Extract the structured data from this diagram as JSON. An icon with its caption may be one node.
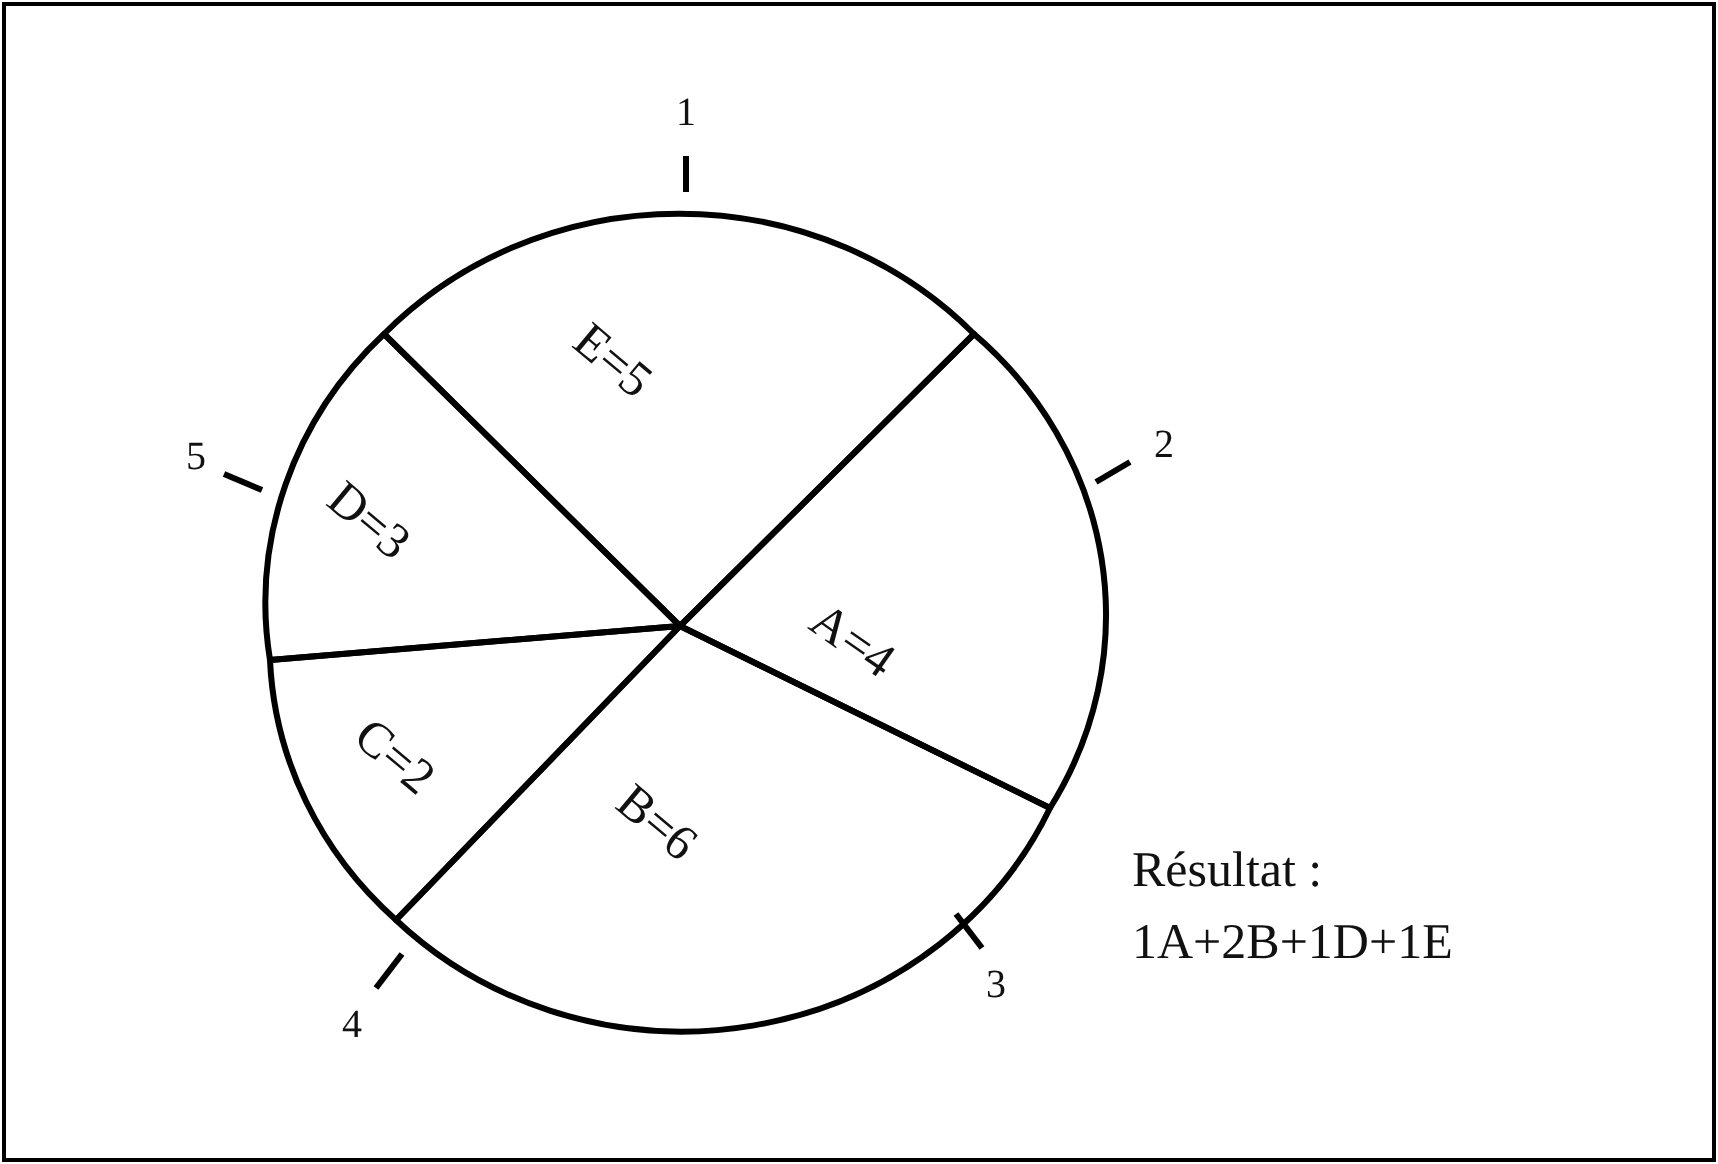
{
  "diagram": {
    "nodes": [
      {
        "text": [
          "E=5"
        ]
      },
      {
        "text": [
          "D=3"
        ]
      },
      {
        "text": [
          "A=4"
        ]
      },
      {
        "text": [
          "C=2"
        ]
      },
      {
        "text": [
          "B=6"
        ]
      }
    ],
    "labels": [
      "1",
      "5",
      "2",
      "Résultat :",
      "1A+2B+1D+1E",
      "4",
      "3"
    ]
  }
}
